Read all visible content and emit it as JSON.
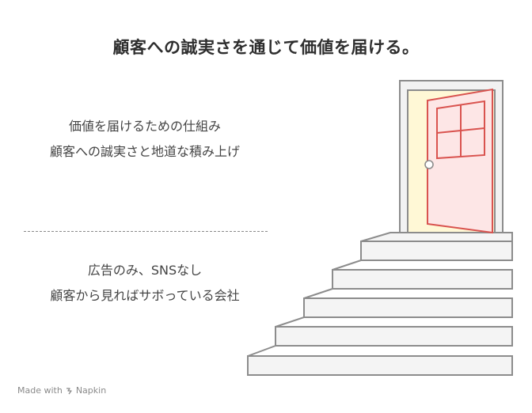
{
  "title": "顧客への誠実さを通じて価値を届ける。",
  "top_block": {
    "heading": "価値を届けるための仕組み",
    "body": "顧客への誠実さと地道な積み上げ"
  },
  "bottom_block": {
    "heading": "広告のみ、SNSなし",
    "body": "顧客から見ればサボっている会社"
  },
  "footer": {
    "made_with": "Made with",
    "brand": "Napkin"
  },
  "colors": {
    "door_fill": "#fde6e6",
    "door_stroke": "#d9534f",
    "opening_fill": "#fff8d6",
    "frame_fill": "#f2f2f2",
    "stair_fill": "#f4f4f4",
    "stroke": "#8c8c8c"
  },
  "icons": {
    "illustration": "stairs-to-open-door",
    "brand_logo": "napkin-logo-icon"
  }
}
